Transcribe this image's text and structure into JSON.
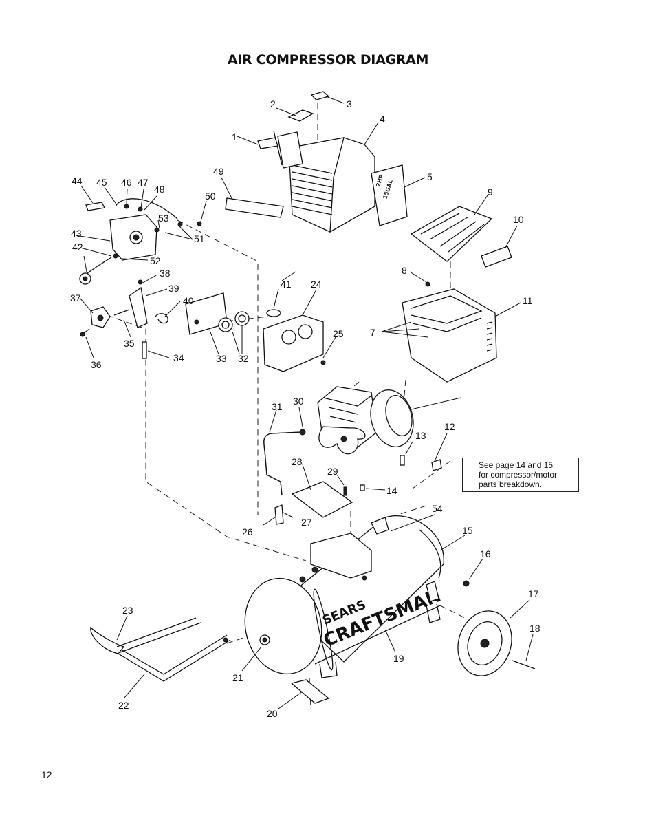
{
  "title": "AIR COMPRESSOR DIAGRAM",
  "page_number": "12",
  "note": {
    "lines": [
      "See page 14 and 15",
      "for compressor/motor",
      "parts breakdown."
    ]
  },
  "labels": {
    "sticker_hp": "2HP",
    "sticker_gal": "15GAL",
    "brand_top": "SEARS",
    "brand_main": "CRAFTSMAN"
  },
  "callouts": [
    {
      "id": "1",
      "t": "1"
    },
    {
      "id": "2",
      "t": "2"
    },
    {
      "id": "3",
      "t": "3"
    },
    {
      "id": "4",
      "t": "4"
    },
    {
      "id": "5",
      "t": "5"
    },
    {
      "id": "7",
      "t": "7"
    },
    {
      "id": "8",
      "t": "8"
    },
    {
      "id": "9",
      "t": "9"
    },
    {
      "id": "10",
      "t": "10"
    },
    {
      "id": "11",
      "t": "11"
    },
    {
      "id": "12",
      "t": "12"
    },
    {
      "id": "13",
      "t": "13"
    },
    {
      "id": "14",
      "t": "14"
    },
    {
      "id": "15",
      "t": "15"
    },
    {
      "id": "16",
      "t": "16"
    },
    {
      "id": "17",
      "t": "17"
    },
    {
      "id": "18",
      "t": "18"
    },
    {
      "id": "19",
      "t": "19"
    },
    {
      "id": "20",
      "t": "20"
    },
    {
      "id": "21",
      "t": "21"
    },
    {
      "id": "22",
      "t": "22"
    },
    {
      "id": "23",
      "t": "23"
    },
    {
      "id": "24",
      "t": "24"
    },
    {
      "id": "25",
      "t": "25"
    },
    {
      "id": "26",
      "t": "26"
    },
    {
      "id": "27",
      "t": "27"
    },
    {
      "id": "28",
      "t": "28"
    },
    {
      "id": "29",
      "t": "29"
    },
    {
      "id": "30",
      "t": "30"
    },
    {
      "id": "31",
      "t": "31"
    },
    {
      "id": "32",
      "t": "32"
    },
    {
      "id": "33",
      "t": "33"
    },
    {
      "id": "34",
      "t": "34"
    },
    {
      "id": "35",
      "t": "35"
    },
    {
      "id": "36",
      "t": "36"
    },
    {
      "id": "37",
      "t": "37"
    },
    {
      "id": "38",
      "t": "38"
    },
    {
      "id": "39",
      "t": "39"
    },
    {
      "id": "40",
      "t": "40"
    },
    {
      "id": "41",
      "t": "41"
    },
    {
      "id": "42",
      "t": "42"
    },
    {
      "id": "43",
      "t": "43"
    },
    {
      "id": "44",
      "t": "44"
    },
    {
      "id": "45",
      "t": "45"
    },
    {
      "id": "46",
      "t": "46"
    },
    {
      "id": "47",
      "t": "47"
    },
    {
      "id": "48",
      "t": "48"
    },
    {
      "id": "49",
      "t": "49"
    },
    {
      "id": "50",
      "t": "50"
    },
    {
      "id": "51",
      "t": "51"
    },
    {
      "id": "52",
      "t": "52"
    },
    {
      "id": "53",
      "t": "53"
    },
    {
      "id": "54",
      "t": "54"
    }
  ]
}
